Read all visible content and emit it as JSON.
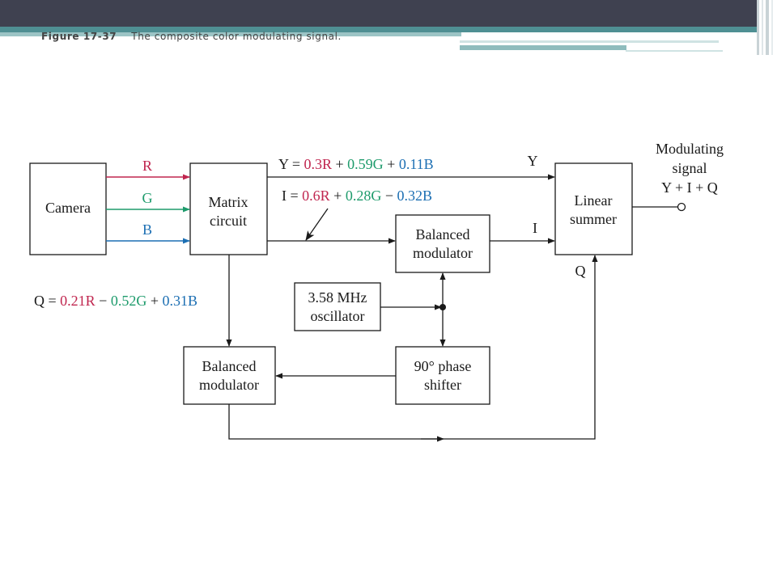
{
  "caption": {
    "figure": "Figure 17-37",
    "text": "The composite color modulating signal."
  },
  "colors": {
    "header": "#3f4150",
    "accent": "#4f8f93",
    "red": "#c0264f",
    "green": "#1e9b6c",
    "blue": "#1c6fb3",
    "line": "#1a1a1a"
  },
  "diagram": {
    "camera": "Camera",
    "matrix": [
      "Matrix",
      "circuit"
    ],
    "balanced_top": [
      "Balanced",
      "modulator"
    ],
    "balanced_bottom": [
      "Balanced",
      "modulator"
    ],
    "oscillator": [
      "3.58 MHz",
      "oscillator"
    ],
    "phase_shifter": [
      "90° phase",
      "shifter"
    ],
    "summer": [
      "Linear",
      "summer"
    ],
    "rgb": {
      "r": "R",
      "g": "G",
      "b": "B"
    },
    "output": [
      "Modulating",
      "signal",
      "Y + I + Q"
    ],
    "y_label": "Y",
    "i_label": "I",
    "q_label": "Q",
    "y_eq": {
      "lhs": "Y = ",
      "t1": "0.3R",
      "op1": " + ",
      "t2": "0.59G",
      "op2": " + ",
      "t3": "0.11B"
    },
    "i_eq": {
      "lhs": "I = ",
      "t1": "0.6R",
      "op1": " + ",
      "t2": "0.28G",
      "op2": " − ",
      "t3": "0.32B"
    },
    "q_eq": {
      "lhs": "Q = ",
      "t1": "0.21R",
      "op1": " − ",
      "t2": "0.52G",
      "op2": " + ",
      "t3": "0.31B"
    }
  }
}
